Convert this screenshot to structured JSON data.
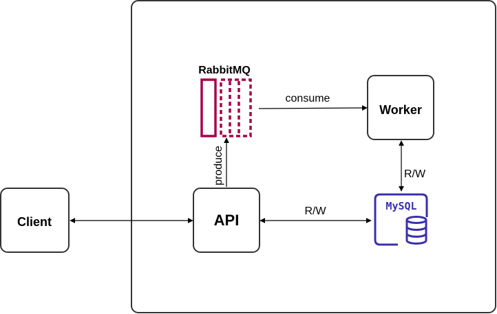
{
  "nodes": {
    "client": "Client",
    "api": "API",
    "worker": "Worker",
    "rabbitmq": "RabbitMQ",
    "mysql": "MySQL"
  },
  "edges": {
    "produce": "produce",
    "consume": "consume",
    "api_mysql": "R/W",
    "worker_mysql": "R/W"
  },
  "colors": {
    "rabbitmq": "#a50448",
    "mysql": "#3a2fad",
    "stroke": "#333333"
  },
  "icons": {
    "rabbitmq": "message-queue-icon",
    "mysql": "mysql-database-icon"
  }
}
